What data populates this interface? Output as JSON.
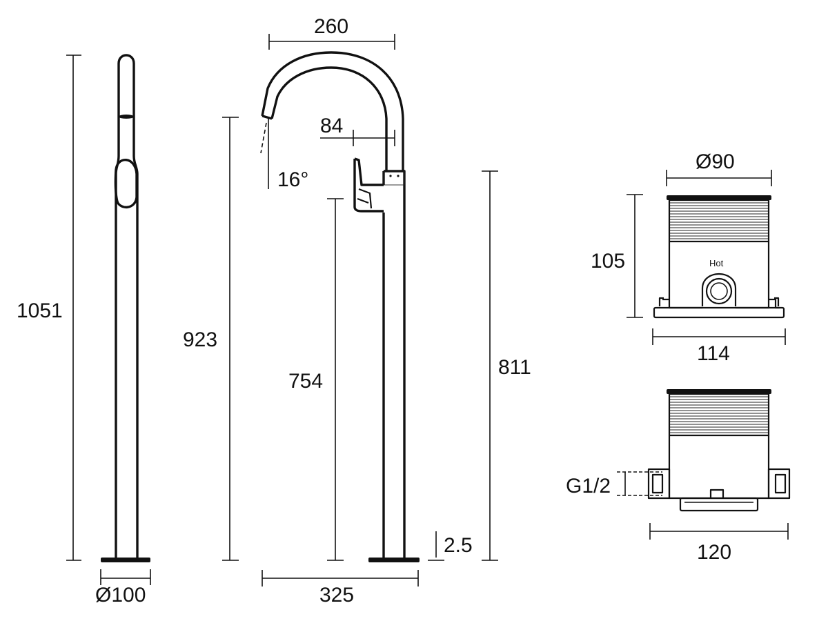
{
  "dimensions": {
    "side_height": "1051",
    "side_base_dia": "Ø100",
    "spout_reach": "260",
    "overall_height": "923",
    "handle_offset": "84",
    "spout_angle": "16°",
    "handle_height": "754",
    "body_height": "811",
    "base_thickness": "2.5",
    "base_depth": "325",
    "box_dia": "Ø90",
    "box_height": "105",
    "box_base_width": "114",
    "box_label": "Hot",
    "thread": "G1/2",
    "box_lower_width": "120"
  }
}
